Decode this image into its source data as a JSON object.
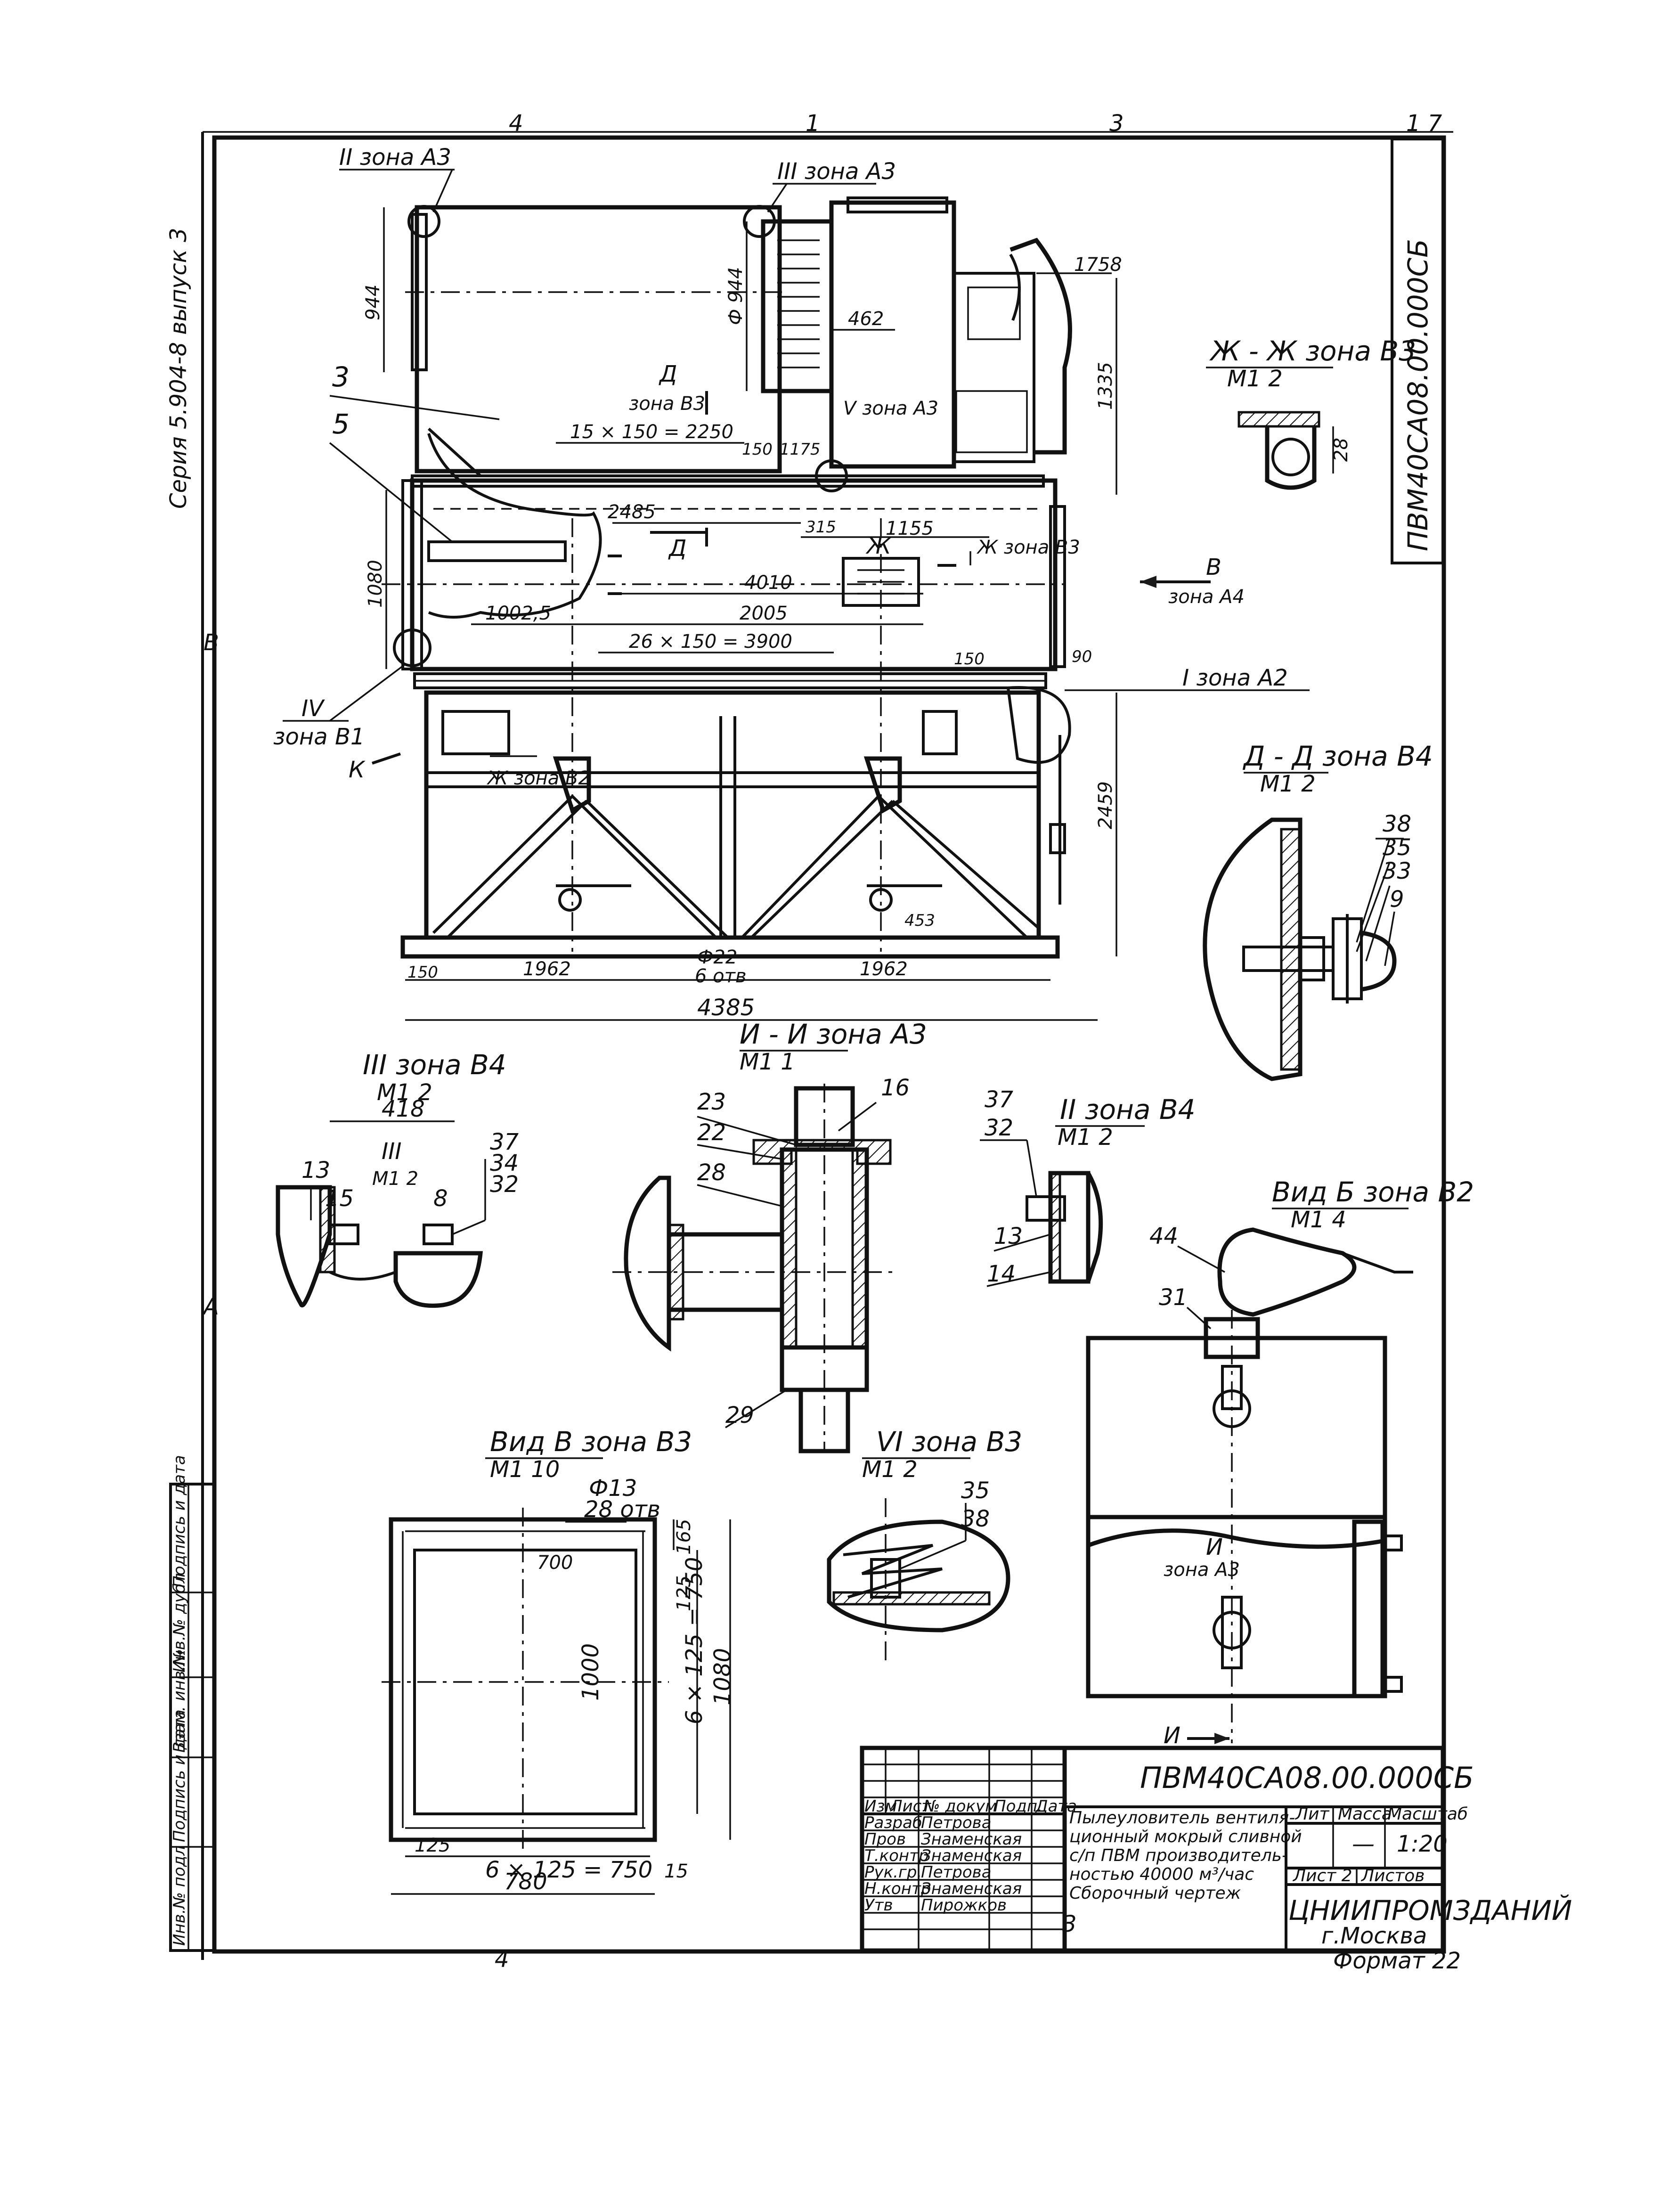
{
  "series_label": "Серия 5.904-8 выпуск 3",
  "vertical_code": "ПВМ40СА08.00.000СБ",
  "zone_marks": {
    "top": [
      "4",
      "1",
      "3",
      "1 7"
    ],
    "bottom": [
      "4",
      "3"
    ],
    "left": [
      "В",
      "А"
    ]
  },
  "main_view": {
    "callouts": {
      "II_zone": "II зона А3",
      "III_zone": "III зона А3",
      "V_zone": "V зона А3",
      "IV_mark": "IV",
      "IV_zone": "зона В1",
      "I_zone": "I зона А2",
      "D_arrow": "Д",
      "D_zone": "зона В3",
      "D_arrow2": "Д",
      "Zh_arrow": "Ж",
      "Zh_zone_right": "Ж зона В3",
      "Zh_zone_left": "Ж зона В2",
      "V_arrow": "В",
      "V_arrow_zone": "зона А4",
      "K_arrow": "К"
    },
    "positions": {
      "p3": "3",
      "p5": "5"
    },
    "dims": {
      "d944_left": "944",
      "d944_dia": "Ф 944",
      "d462": "462",
      "d1758": "1758",
      "d1335": "1335",
      "d15x150": "15 × 150 = 2250",
      "d150": "150",
      "d1175": "1175",
      "d2485": "2485",
      "d315": "315",
      "d1155": "1155",
      "d1080": "1080",
      "d4010": "4010",
      "d1002": "1002,5",
      "d2005": "2005",
      "d26x150": "26 × 150 = 3900",
      "d150b": "150",
      "d90": "90",
      "d2459": "2459",
      "d453": "453",
      "d150c": "150",
      "d1962a": "1962",
      "d22": "Ф22",
      "d6otv": "6 отв",
      "d1962b": "1962",
      "d4385": "4385"
    }
  },
  "section_zh": {
    "title": "Ж - Ж зона В3",
    "scale": "М1 2",
    "dim": "28"
  },
  "section_d": {
    "title": "Д - Д зона В4",
    "scale": "М1 2",
    "p38": "38",
    "p35": "35",
    "p33": "33",
    "p9": "9"
  },
  "detail_iii": {
    "title": "III зона В4",
    "scale": "М1 2",
    "dim": "418",
    "sub_title": "III",
    "sub_scale": "М1 2",
    "p13": "13",
    "p15": "15",
    "p8": "8",
    "p37": "37",
    "p34": "34",
    "p32": "32"
  },
  "section_ii": {
    "title": "И - И зона А3",
    "scale": "М1 1",
    "p23": "23",
    "p16": "16",
    "p22": "22",
    "p28": "28",
    "p29": "29"
  },
  "detail_II": {
    "title": "II зона В4",
    "scale": "М1 2",
    "p37": "37",
    "p32": "32",
    "p13": "13",
    "p14": "14"
  },
  "view_b": {
    "title": "Вид Б зона В2",
    "scale": "М1 4",
    "p44": "44",
    "p31": "31",
    "I_mark": "И",
    "I_zone": "зона А3",
    "I_arrow": "И"
  },
  "view_v": {
    "title": "Вид В зона В3",
    "scale": "М1 10",
    "holes": "Ф13",
    "holes_count": "28 отв",
    "d700": "700",
    "d1000": "1000",
    "d165": "165",
    "d125": "125",
    "d6x125v": "6 × 125 = 750",
    "d1080": "1080",
    "d125b": "125",
    "d6x125h": "6 × 125 = 750",
    "d15": "15",
    "d780": "780"
  },
  "detail_VI": {
    "title": "VI зона В3",
    "scale": "М1 2",
    "p35": "35",
    "p38": "38"
  },
  "side_stamp": [
    "Инв.№ подл",
    "Подпись и дата",
    "Взам. инв.№",
    "Инв.№ дубл",
    "Подпись и дата"
  ],
  "title_block": {
    "code": "ПВМ40СА08.00.000СБ",
    "name_lines": [
      "Пылеуловитель вентиля-",
      "ционный мокрый сливной",
      "с/п ПВМ производитель-",
      "ностью 40000 м³/час",
      "Сборочный чертеж"
    ],
    "headers": [
      "Изм",
      "Лист",
      "№ докум",
      "Подп.",
      "Дата"
    ],
    "roles": [
      "Разраб",
      "Пров",
      "Т.контр",
      "Рук.гр.",
      "Н.контр",
      "Утв"
    ],
    "people": [
      "Петрова",
      "Знаменская",
      "Знаменская",
      "Петрова",
      "Знаменская",
      "Пирожков"
    ],
    "lit_label": "Лит",
    "mass_label": "Масса",
    "scale_label": "Масштаб",
    "mass_value": "—",
    "scale_value": "1:20",
    "sheet_label": "Лист 2",
    "sheets_label": "Листов",
    "org": "ЦНИИПРОМЗДАНИЙ",
    "city": "г.Москва",
    "format": "Формат 22"
  }
}
